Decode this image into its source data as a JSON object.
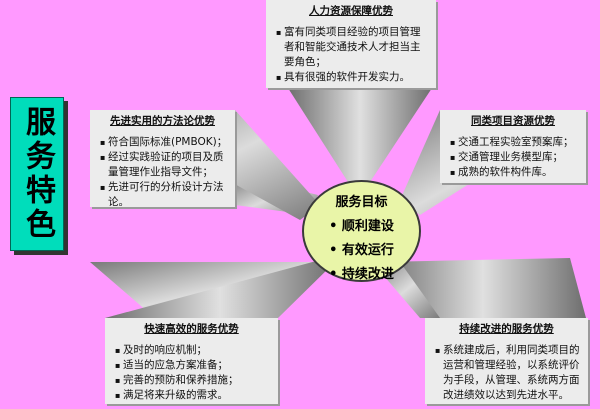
{
  "side_tag": "服务特色",
  "center": {
    "title": "服务目标",
    "items": [
      "• 顺利建设",
      "• 有效运行",
      "• 持续改进"
    ]
  },
  "boxes": {
    "top": {
      "title": "人力资源保障优势",
      "items": [
        "富有同类项目经验的项目管理者和智能交通技术人才担当主要角色；",
        "具有很强的软件开发实力。"
      ]
    },
    "left_top": {
      "title": "先进实用的方法论优势",
      "items": [
        "符合国际标准(PMBOK)；",
        "经过实践验证的项目及质量管理作业指导文件；",
        "先进可行的分析设计方法论。"
      ]
    },
    "right_top": {
      "title": "同类项目资源优势",
      "items": [
        "交通工程实验室预案库；",
        "交通管理业务模型库；",
        "成熟的软件构件库。"
      ]
    },
    "bottom_left": {
      "title": "快速高效的服务优势",
      "items": [
        "及时的响应机制；",
        "适当的应急方案准备；",
        "完善的预防和保养措施；",
        "满足将来升级的需求。"
      ]
    },
    "bottom_right": {
      "title": "持续改进的服务优势",
      "items": [
        "系统建成后，利用同类项目的运营和管理经验，以系统评价为手段，从管理、系统两方面改进绩效以达到先进水平。"
      ]
    }
  },
  "colors": {
    "background": "#ff99ff",
    "box": "#ececec",
    "shadow": "#9a9a9a",
    "tag": "#00ddbb",
    "center": "#e9f5a8"
  }
}
